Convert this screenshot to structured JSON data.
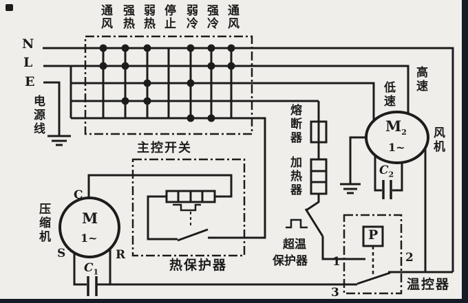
{
  "colors": {
    "paper": "#efeeea",
    "ink": "#1c1c1c",
    "scan_edge": "#141b27"
  },
  "power": {
    "n": "N",
    "l": "L",
    "e": "E",
    "source": "电源线"
  },
  "modes": [
    "通风",
    "强热",
    "弱热",
    "停止",
    "弱冷",
    "强冷",
    "通风"
  ],
  "main_switch": {
    "label": "主控开关"
  },
  "thermal_protector": {
    "label": "热保护器"
  },
  "compressor": {
    "label": "压缩机",
    "motor": "M",
    "phase": "1~",
    "terminal_c": "C",
    "terminal_s": "S",
    "terminal_r": "R",
    "cap_letter": "C",
    "cap_sub": "1"
  },
  "fuse": {
    "label": "熔断器"
  },
  "heater": {
    "label": "加热器"
  },
  "overtemp_protector": {
    "line1": "超温",
    "line2": "保护器"
  },
  "thermostat": {
    "label": "温控器",
    "sensor": "P",
    "t1": "1",
    "t2": "2",
    "t3": "3"
  },
  "fan": {
    "label": "风机",
    "motor_letter": "M",
    "motor_sub": "2",
    "phase": "1~",
    "cap_letter": "C",
    "cap_sub": "2",
    "high": "高速",
    "low": "低速"
  }
}
